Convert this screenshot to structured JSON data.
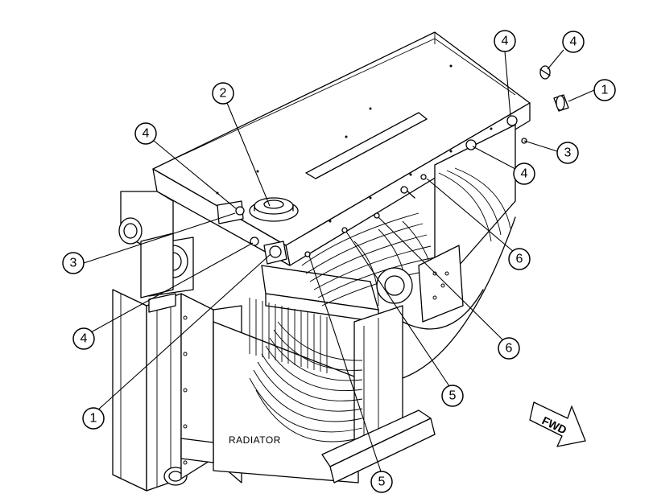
{
  "diagram": {
    "label_radiator": "RADIATOR",
    "direction_label": "FWD",
    "callouts": [
      {
        "id": "c-4a",
        "text": "4"
      },
      {
        "id": "c-4b",
        "text": "4"
      },
      {
        "id": "c-1a",
        "text": "1"
      },
      {
        "id": "c-3a",
        "text": "3"
      },
      {
        "id": "c-2",
        "text": "2"
      },
      {
        "id": "c-4c",
        "text": "4"
      },
      {
        "id": "c-4d",
        "text": "4"
      },
      {
        "id": "c-6a",
        "text": "6"
      },
      {
        "id": "c-3b",
        "text": "3"
      },
      {
        "id": "c-6b",
        "text": "6"
      },
      {
        "id": "c-4e",
        "text": "4"
      },
      {
        "id": "c-1b",
        "text": "1"
      },
      {
        "id": "c-5a",
        "text": "5"
      },
      {
        "id": "c-5b",
        "text": "5"
      }
    ]
  }
}
